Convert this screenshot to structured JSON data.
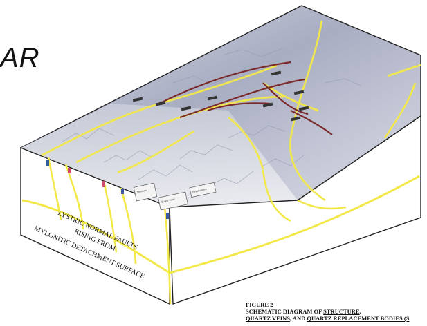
{
  "slide": {
    "title_fragment": "AR"
  },
  "diagram": {
    "section_label_lines": [
      "LYSTRIC NORMAL FAULTS",
      "RISING FROM",
      "MYLONITIC DETACHMENT SURFACE"
    ],
    "map_legend_lines": [
      "Structure",
      "Quartz Veins",
      "Replacement"
    ],
    "colors": {
      "fault_yellow": "#f2e84a",
      "vein_maroon": "#7a2a2a",
      "block_outline": "#222222",
      "surface_base": "#b8bccc"
    }
  },
  "caption": {
    "line1_prefix": "FIGURE 2",
    "line2_prefix": "SCHEMATIC DIAGRAM OF ",
    "line2_underlined": "STRUCTURE",
    "line2_suffix": ",",
    "line3_underlined_a": "QUARTZ VEINS",
    "line3_middle": ", AND ",
    "line3_underlined_b": "QUARTZ REPLACEMENT BODIES (S"
  }
}
